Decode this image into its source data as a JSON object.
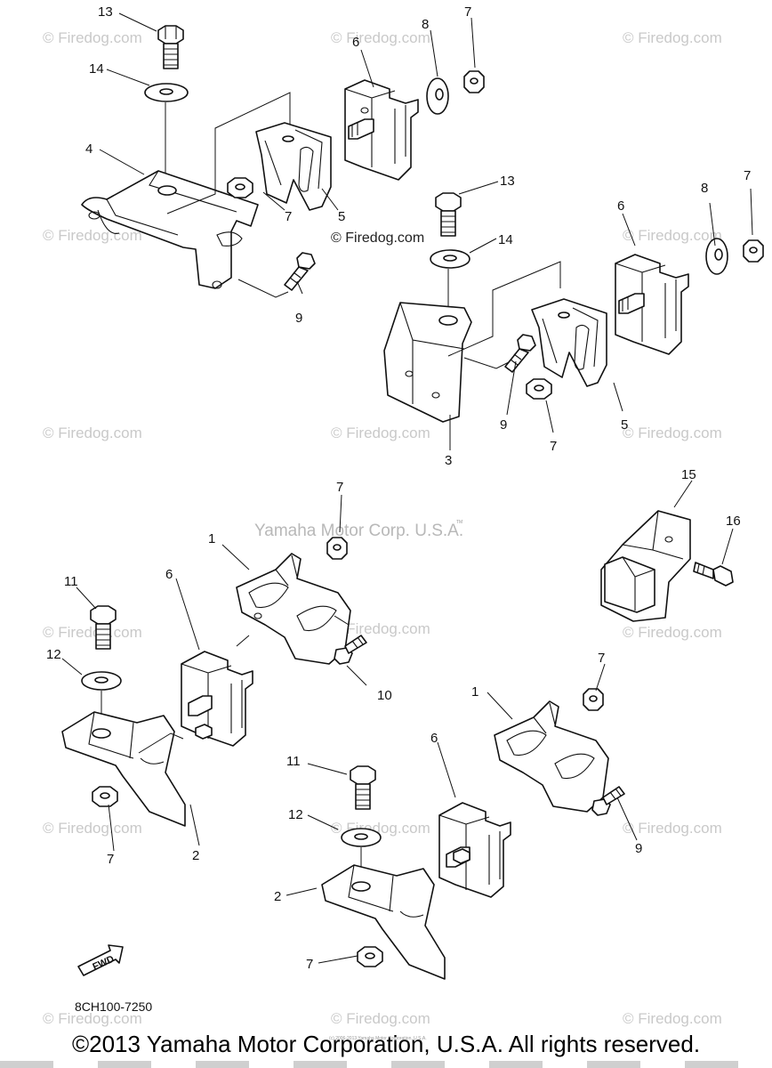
{
  "watermark": {
    "text": "© Firedog.com",
    "center_text": "© Firedog.com",
    "corp_text": "Yamaha Motor Corp. U.S.A.",
    "tm": "TM"
  },
  "part_labels": {
    "p1a": "1",
    "p1b": "1",
    "p2a": "2",
    "p2b": "2",
    "p3": "3",
    "p4": "4",
    "p5a": "5",
    "p5b": "5",
    "p6a": "6",
    "p6b": "6",
    "p6c": "6",
    "p6d": "6",
    "p7a": "7",
    "p7b": "7",
    "p7c": "7",
    "p7d": "7",
    "p7e": "7",
    "p7f": "7",
    "p7g": "7",
    "p7h": "7",
    "p8a": "8",
    "p8b": "8",
    "p9a": "9",
    "p9b": "9",
    "p9c": "9",
    "p10": "10",
    "p11a": "11",
    "p11b": "11",
    "p12a": "12",
    "p12b": "12",
    "p13a": "13",
    "p13b": "13",
    "p14a": "14",
    "p14b": "14",
    "p15": "15",
    "p16": "16"
  },
  "fwd_label": "FWD",
  "diagram_code": "8CH100-7250",
  "small_print": "(c) 2006-2013 Yamaha Motor Corporation, U.S.A.",
  "footer": "©2013 Yamaha Motor Corporation, U.S.A. All rights reserved."
}
